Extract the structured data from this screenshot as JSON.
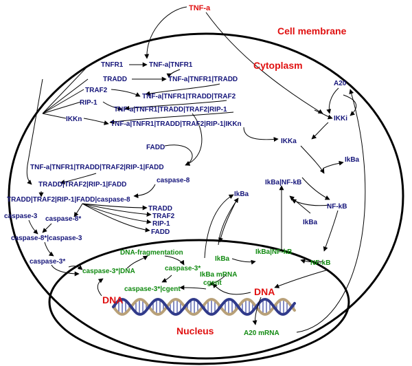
{
  "regions": {
    "cell_membrane": "Cell membrane",
    "cytoplasm": "Cytoplasm",
    "nucleus": "Nucleus",
    "dna_left": "DNA",
    "dna_right": "DNA"
  },
  "species": {
    "tnfa": "TNF-a",
    "tnfr1": "TNFR1",
    "c_tnfa_tnfr1": "TNF-a|TNFR1",
    "tradd": "TRADD",
    "c_tnfa_tnfr1_tradd": "TNF-a|TNFR1|TRADD",
    "traf2": "TRAF2",
    "c_tnfa_tnfr1_tradd_traf2": "TNF-a|TNFR1|TRADD|TRAF2",
    "rip1": "RIP-1",
    "c_tnfa_tnfr1_tradd_traf2_rip1": "TNF-a|TNFR1|TRADD|TRAF2|RIP-1",
    "ikkn": "IKKn",
    "c_tnfa_tnfr1_tradd_traf2_rip1_ikkn": "TNF-a|TNFR1|TRADD|TRAF2|RIP-1|IKKn",
    "a20": "A20",
    "ikki": "IKKi",
    "ikka": "IKKa",
    "fadd_top": "FADD",
    "c_full_fadd": "TNF-a|TNFR1|TRADD|TRAF2|RIP-1|FADD",
    "c_tradd_traf2_rip1_fadd": "TRADD|TRAF2|RIP-1|FADD",
    "caspase8": "caspase-8",
    "c_tradd_traf2_rip1_fadd_casp8": "TRADD|TRAF2|RIP-1|FADD|caspase-8",
    "tradd_out": "TRADD",
    "traf2_out": "TRAF2",
    "rip1_out": "RIP-1",
    "fadd_out": "FADD",
    "caspase3": "caspase-3",
    "caspase8s": "caspase-8*",
    "c_casp8s_casp3": "caspase-8*|caspase-3",
    "caspase3s": "caspase-3*",
    "ikba_top": "IkBa",
    "ikba_nfkb_cyto": "IkBa|NF-kB",
    "nfkb_cyto": "NF-kB",
    "ikba_mid": "IkBa",
    "ikba_low": "IkBa",
    "dna_frag": "DNA-fragmentation",
    "casp3s_dna": "caspase-3*|DNA",
    "casp3s_nuc": "caspase-3*",
    "casp3s_cgent": "caspase-3*|cgent",
    "cgent": "cgent",
    "ikba_nuc": "IkBa",
    "ikba_mrna": "IkBa mRNA",
    "ikba_nfkb_nuc": "IkBa|NF-kB",
    "nfkb_nuc": "NF-kB",
    "a20_mrna": "A20 mRNA"
  },
  "colors": {
    "region_label": "#e01010",
    "cytoplasm_species": "#15157a",
    "nucleus_species": "#118a11",
    "dna_strand_a": "#b8a078",
    "dna_strand_b": "#303a8a"
  }
}
